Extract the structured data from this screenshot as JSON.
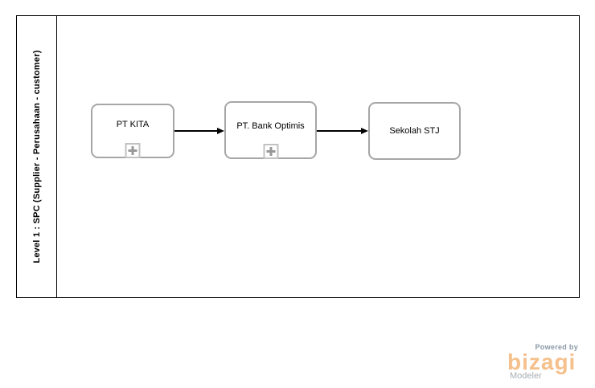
{
  "diagram": {
    "pool_label": "Level 1 : SPC (Supplier - Perusahaan - customer)",
    "nodes": [
      {
        "label": "PT KITA",
        "type": "subprocess",
        "has_expand_marker": true
      },
      {
        "label": "PT. Bank Optimis",
        "type": "subprocess",
        "has_expand_marker": true
      },
      {
        "label": "Sekolah STJ",
        "type": "task",
        "has_expand_marker": false
      }
    ],
    "flows": [
      {
        "from": "PT KITA",
        "to": "PT. Bank Optimis"
      },
      {
        "from": "PT. Bank Optimis",
        "to": "Sekolah STJ"
      }
    ]
  },
  "branding": {
    "powered_by": "Powered by",
    "brand": "bizagi",
    "product": "Modeler",
    "brand_color": "#F5C08C",
    "powered_by_color": "#8A98A6",
    "product_color": "#A9AEB3"
  },
  "colors": {
    "background": "#FFFFFF",
    "pool_border": "#000000",
    "node_border": "#A6A6A6",
    "marker_border": "#C2C2C2",
    "plus_icon": "#999999",
    "flow_line": "#000000"
  }
}
